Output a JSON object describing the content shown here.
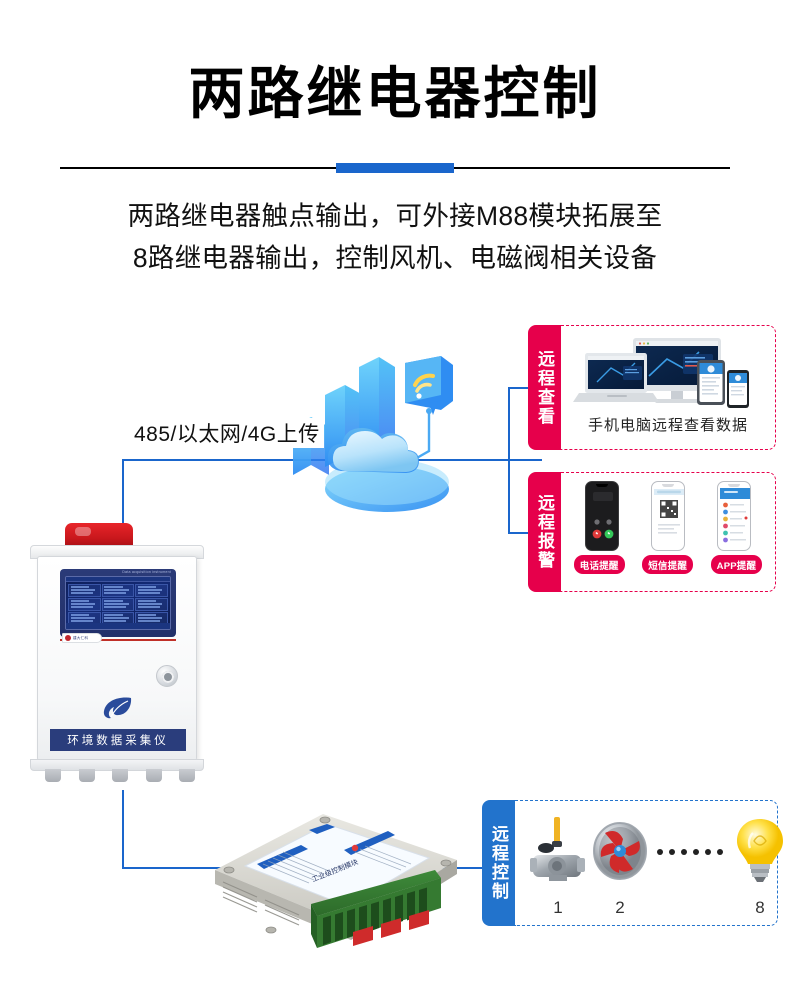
{
  "header": {
    "title": "两路继电器控制",
    "subtitle_line1": "两路继电器触点输出，可外接M88模块拓展至",
    "subtitle_line2": "8路继电器输出，控制风机、电磁阀相关设备",
    "accent_color": "#1a66cc"
  },
  "diagram": {
    "upload_label": "485/以太网/4G上传",
    "line_color": "#1a66cc",
    "cloud_icon": "cloud-icon",
    "wifi_icon": "wifi-icon"
  },
  "device": {
    "name_label": "环境数据采集仪",
    "screen_caption": "Data acquisition instrument",
    "brand_text": "建大仁科",
    "alarm_color": "#c8171c",
    "namebar_color": "#2a3d7c",
    "leaf_icon": "leaf-logo-icon",
    "knob_icon": "power-knob-icon"
  },
  "module": {
    "label_text": "工业级控制模块",
    "name": "M88 relay module"
  },
  "cards": [
    {
      "id": "remote-view",
      "tab_label": "远程查看",
      "tab_color": "#e6004b",
      "border_color": "#e6004b",
      "caption": "手机电脑远程查看数据",
      "devices": [
        "laptop-icon",
        "monitor-icon",
        "tablet-icon",
        "phone-icon"
      ]
    },
    {
      "id": "remote-alarm",
      "tab_label": "远程报警",
      "tab_color": "#e6004b",
      "border_color": "#e6004b",
      "pills": [
        "电话提醒",
        "短信提醒",
        "APP提醒"
      ],
      "phones": [
        "call-phone-icon",
        "sms-phone-icon",
        "app-phone-icon"
      ]
    },
    {
      "id": "remote-control",
      "tab_label": "远程控制",
      "tab_color": "#2273cc",
      "border_color": "#2273cc",
      "items": [
        {
          "icon": "valve-icon",
          "num": "1"
        },
        {
          "icon": "fan-icon",
          "num": "2"
        },
        {
          "icon": "ellipsis-dots",
          "num": ""
        },
        {
          "icon": "lightbulb-icon",
          "num": "8"
        }
      ]
    }
  ]
}
